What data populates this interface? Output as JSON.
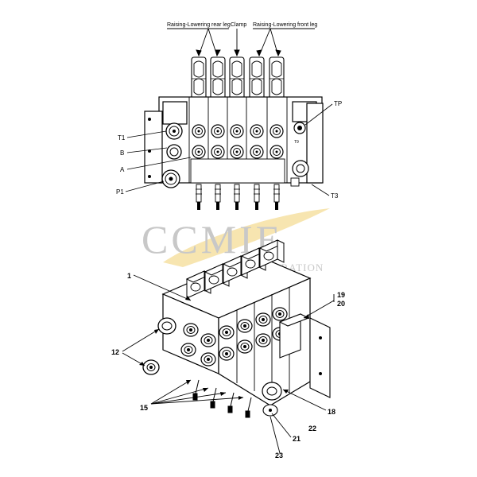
{
  "top_view": {
    "labels": {
      "raising_lowering_rear_leg": "Raising-Lowering rear leg",
      "clamp": "Clamp",
      "raising_lowering_front_leg": "Raising-Lowering front leg",
      "tp": "TP",
      "t1": "T1",
      "b": "B",
      "a": "A",
      "p1": "P1",
      "t3": "T3",
      "t9": "T9"
    }
  },
  "watermark": {
    "brand": "CCMIE",
    "sub": "COOPERATION"
  },
  "iso_view": {
    "callouts": {
      "c1": "1",
      "c12": "12",
      "c15": "15",
      "c18": "18",
      "c19": "19",
      "c20": "20",
      "c21": "21",
      "c22": "22",
      "c23": "23"
    }
  },
  "colors": {
    "line": "#000000",
    "watermark_text": "#c8c8c8",
    "watermark_swoosh": "#f0d070"
  }
}
